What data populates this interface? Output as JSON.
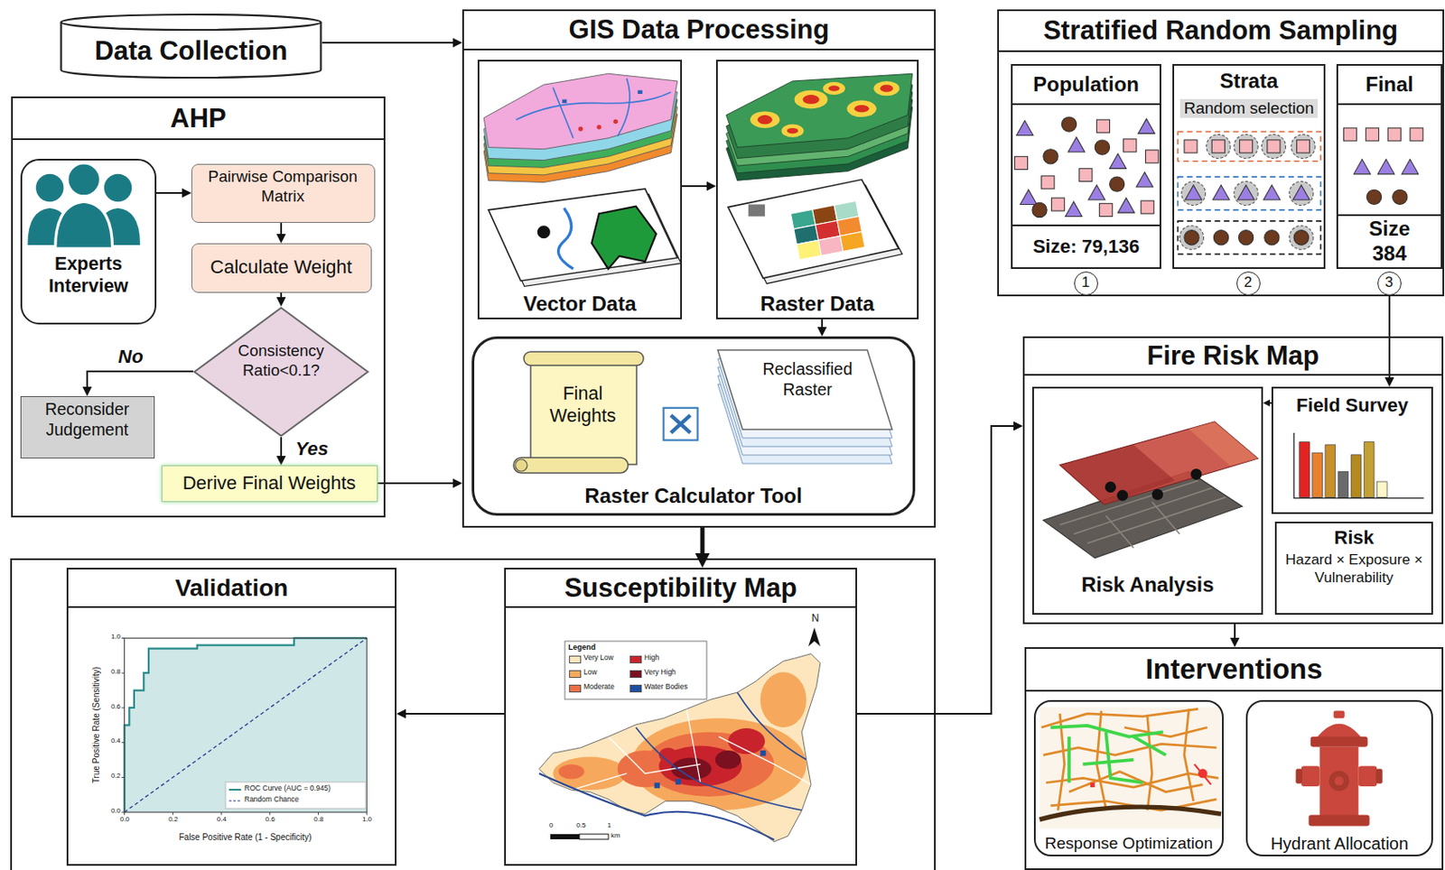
{
  "diagram": {
    "nodes": [
      {
        "text": [
          "Data Collection"
        ]
      },
      {
        "text": [
          "AHP"
        ]
      },
      {
        "text": [
          "Experts Interview"
        ],
        "in": 1
      },
      {
        "text": [
          "Pairwise Comparison Matrix"
        ],
        "in": 1
      },
      {
        "text": [
          "Calculate Weight"
        ],
        "in": 1
      },
      {
        "text": [
          "Consistency Ratio<0.1?"
        ],
        "in": 1
      },
      {
        "text": [
          "Reconsider Judgement"
        ],
        "in": 1
      },
      {
        "text": [
          "Derive Final Weights"
        ],
        "in": 1
      },
      {
        "text": [
          "GIS Data Processing"
        ]
      },
      {
        "text": [
          "Vector Data"
        ],
        "in": 8
      },
      {
        "text": [
          "Raster Data"
        ],
        "in": 8
      },
      {
        "text": [
          "Raster Calculator Tool"
        ],
        "in": 8
      },
      {
        "text": [
          "Final Weights"
        ],
        "in": 11
      },
      {
        "text": [
          "Reclassified Raster"
        ],
        "in": 11
      },
      {
        "text": [
          "Stratified Random Sampling"
        ]
      },
      {
        "text": [
          "Population",
          "Size: 79,136"
        ],
        "in": 14
      },
      {
        "text": [
          "Strata",
          "Random selection"
        ],
        "in": 14
      },
      {
        "text": [
          "Final",
          "Size 384"
        ],
        "in": 14
      },
      {
        "text": [
          "1"
        ],
        "in": 14
      },
      {
        "text": [
          "2"
        ],
        "in": 14
      },
      {
        "text": [
          "3"
        ],
        "in": 14
      },
      {
        "text": [
          "Fire Risk Map"
        ]
      },
      {
        "text": [
          "Risk Analysis"
        ],
        "in": 21
      },
      {
        "text": [
          "Field Survey"
        ],
        "in": 21
      },
      {
        "text": [
          "Risk",
          "Hazard × Exposure × Vulnerability"
        ],
        "in": 21
      },
      {
        "text": [
          "Validation"
        ]
      },
      {
        "text": [
          "Susceptibility Map"
        ]
      },
      {
        "text": [
          "Interventions"
        ]
      },
      {
        "text": [
          "Response Optimization"
        ],
        "in": 27
      },
      {
        "text": [
          "Hydrant Allocation"
        ],
        "in": 27
      }
    ],
    "edges": [
      {
        "from": 0,
        "to": 8,
        "arrow": "to"
      },
      {
        "from": 2,
        "to": 3,
        "arrow": "to"
      },
      {
        "from": 3,
        "to": 4,
        "arrow": "to"
      },
      {
        "from": 4,
        "to": 5,
        "arrow": "to"
      },
      {
        "from": 5,
        "to": 6,
        "label": "No",
        "arrow": "to"
      },
      {
        "from": 5,
        "to": 7,
        "label": "Yes",
        "arrow": "to"
      },
      {
        "from": 7,
        "to": 8,
        "arrow": "to"
      },
      {
        "from": 9,
        "to": 10,
        "arrow": "to"
      },
      {
        "from": 10,
        "to": 11,
        "arrow": "to"
      },
      {
        "from": 8,
        "to": 26,
        "arrow": "to"
      },
      {
        "from": 20,
        "to": 23,
        "arrow": "to"
      },
      {
        "from": 23,
        "to": 22,
        "arrow": "to"
      },
      {
        "from": 26,
        "to": 25,
        "arrow": "to"
      },
      {
        "from": 26,
        "to": 21,
        "arrow": "to"
      },
      {
        "from": 21,
        "to": 27,
        "arrow": "to"
      }
    ],
    "labels": [
      "Legend",
      "N",
      "0",
      "0.5",
      "1",
      "km",
      "True Positive Rate (Sensitivity)",
      "False Positive Rate (1 - Specificity)",
      "0.0",
      "0.2",
      "0.4",
      "0.6",
      "0.8",
      "1.0",
      "0.0",
      "0.2",
      "0.4",
      "0.6",
      "0.8",
      "1.0"
    ],
    "legend": [
      {
        "text": "ROC Curve (AUC = 0.945)"
      },
      {
        "text": "Random Chance"
      },
      {
        "text": "Very Low",
        "color": "#fde6bd"
      },
      {
        "text": "Low",
        "color": "#f6a95c"
      },
      {
        "text": "Moderate",
        "color": "#ec7045"
      },
      {
        "text": "High",
        "color": "#c8232c"
      },
      {
        "text": "Very High",
        "color": "#7a1020"
      },
      {
        "text": "Water Bodies",
        "color": "#1c4fa0"
      }
    ]
  }
}
